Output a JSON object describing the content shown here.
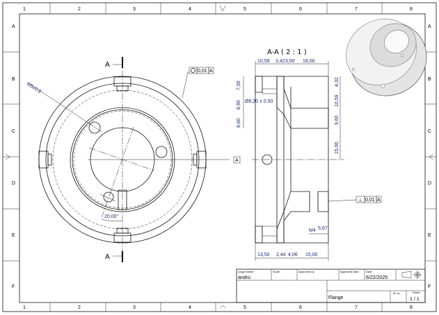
{
  "frame": {
    "columns": [
      "1",
      "2",
      "3",
      "4",
      "5",
      "6",
      "7",
      "8"
    ],
    "rows": [
      "A",
      "B",
      "C",
      "D",
      "E",
      "F"
    ]
  },
  "front_view": {
    "section_label_top": "A",
    "section_label_bottom": "A",
    "thread_callout": "M5x0.8",
    "angle_dim": "20,00°",
    "circularity_tol": "0,01",
    "circularity_datum": "A",
    "datum_label": "A"
  },
  "section_view": {
    "title": "A-A ( 2 : 1 )",
    "top_dims": [
      "10,58",
      "3,42",
      "3,00",
      "18,00"
    ],
    "left_dims": [
      "7,00",
      "8,90",
      "8,60"
    ],
    "right_dims": [
      "4,32",
      "10,59",
      "9,60",
      "15,00"
    ],
    "diameter_dim": "Ø8,20 ± 0,50",
    "bottom_dims": [
      "13,50",
      "2,44",
      "4,06",
      "15,00"
    ],
    "thread_dim": "M4",
    "thread_depth": "5,67",
    "perpendicularity_tol": "0,01",
    "perpendicularity_datum": "A"
  },
  "title_block": {
    "legal_owner_label": "Legal Owner",
    "legal_owner": "andro",
    "scale_label": "Scale",
    "approved_by_label": "Approved by",
    "approved_date_label": "Approved Date",
    "date_label": "Date",
    "date": "6/22/2025",
    "title": "Flange",
    "id_label": "ID no.",
    "sheet_label": "Sheet",
    "sheet": "1 / 1"
  }
}
